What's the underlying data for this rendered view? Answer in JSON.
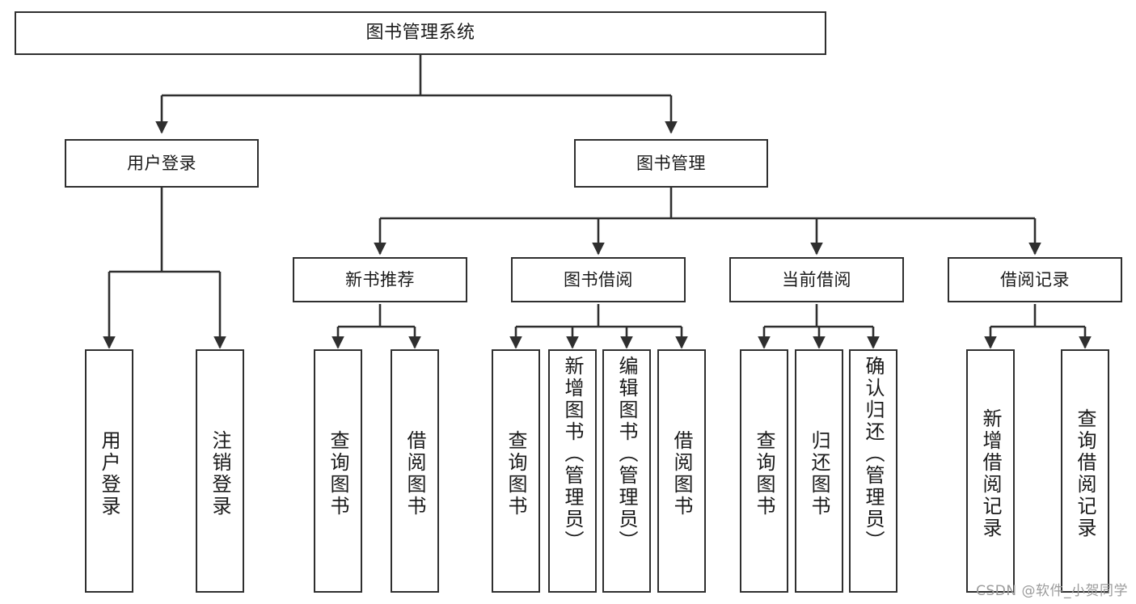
{
  "diagram": {
    "title": "图书管理系统",
    "type": "hierarchy-tree",
    "line_color": "#2f2f2f",
    "box_fill": "#ffffff",
    "text_color": "#1a1a1a",
    "levels": [
      {
        "level": 1,
        "nodes": [
          {
            "id": "root",
            "label": "图书管理系统",
            "orientation": "horizontal"
          }
        ]
      },
      {
        "level": 2,
        "nodes": [
          {
            "id": "user_login",
            "label": "用户登录",
            "orientation": "horizontal",
            "parent": "root"
          },
          {
            "id": "book_manage",
            "label": "图书管理",
            "orientation": "horizontal",
            "parent": "root"
          }
        ]
      },
      {
        "level": 3,
        "nodes": [
          {
            "id": "new_book_rec",
            "label": "新书推荐",
            "orientation": "horizontal",
            "parent": "book_manage"
          },
          {
            "id": "book_borrow",
            "label": "图书借阅",
            "orientation": "horizontal",
            "parent": "book_manage"
          },
          {
            "id": "current_borrow",
            "label": "当前借阅",
            "orientation": "horizontal",
            "parent": "book_manage"
          },
          {
            "id": "borrow_record",
            "label": "借阅记录",
            "orientation": "horizontal",
            "parent": "book_manage"
          }
        ]
      },
      {
        "level": 4,
        "nodes": [
          {
            "id": "leaf_user_login",
            "label": "用户登录",
            "orientation": "vertical",
            "parent": "user_login"
          },
          {
            "id": "leaf_logout",
            "label": "注销登录",
            "orientation": "vertical",
            "parent": "user_login"
          },
          {
            "id": "leaf_query_book_1",
            "label": "查询图书",
            "orientation": "vertical",
            "parent": "new_book_rec"
          },
          {
            "id": "leaf_borrow_book_1",
            "label": "借阅图书",
            "orientation": "vertical",
            "parent": "new_book_rec"
          },
          {
            "id": "leaf_query_book_2",
            "label": "查询图书",
            "orientation": "vertical",
            "parent": "book_borrow"
          },
          {
            "id": "leaf_add_book",
            "label": "新增图书（管理员）",
            "orientation": "vertical",
            "parent": "book_borrow"
          },
          {
            "id": "leaf_edit_book",
            "label": "编辑图书（管理员）",
            "orientation": "vertical",
            "parent": "book_borrow"
          },
          {
            "id": "leaf_borrow_book_2",
            "label": "借阅图书",
            "orientation": "vertical",
            "parent": "book_borrow"
          },
          {
            "id": "leaf_query_book_3",
            "label": "查询图书",
            "orientation": "vertical",
            "parent": "current_borrow"
          },
          {
            "id": "leaf_return_book",
            "label": "归还图书",
            "orientation": "vertical",
            "parent": "current_borrow"
          },
          {
            "id": "leaf_confirm_return",
            "label": "确认归还（管理员）",
            "orientation": "vertical",
            "parent": "current_borrow"
          },
          {
            "id": "leaf_add_record",
            "label": "新增借阅记录",
            "orientation": "vertical",
            "parent": "borrow_record"
          },
          {
            "id": "leaf_query_record",
            "label": "查询借阅记录",
            "orientation": "vertical",
            "parent": "borrow_record"
          }
        ]
      }
    ]
  },
  "watermark": {
    "text": "CSDN @软件_小贺同学"
  }
}
